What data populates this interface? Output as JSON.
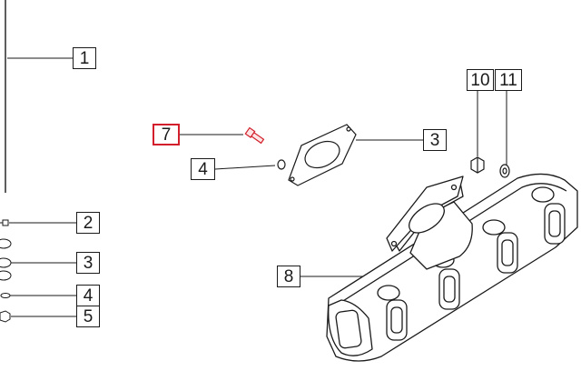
{
  "diagram": {
    "highlight_color": "#d21f2b",
    "line_color": "#1a1a1a",
    "callouts": {
      "c1": "1",
      "c2": "2",
      "c3a": "3",
      "c3b": "3",
      "c4a": "4",
      "c4b": "4",
      "c5": "5",
      "c7": "7",
      "c8": "8",
      "c10": "10",
      "c11": "11"
    },
    "selected_part": "7"
  }
}
